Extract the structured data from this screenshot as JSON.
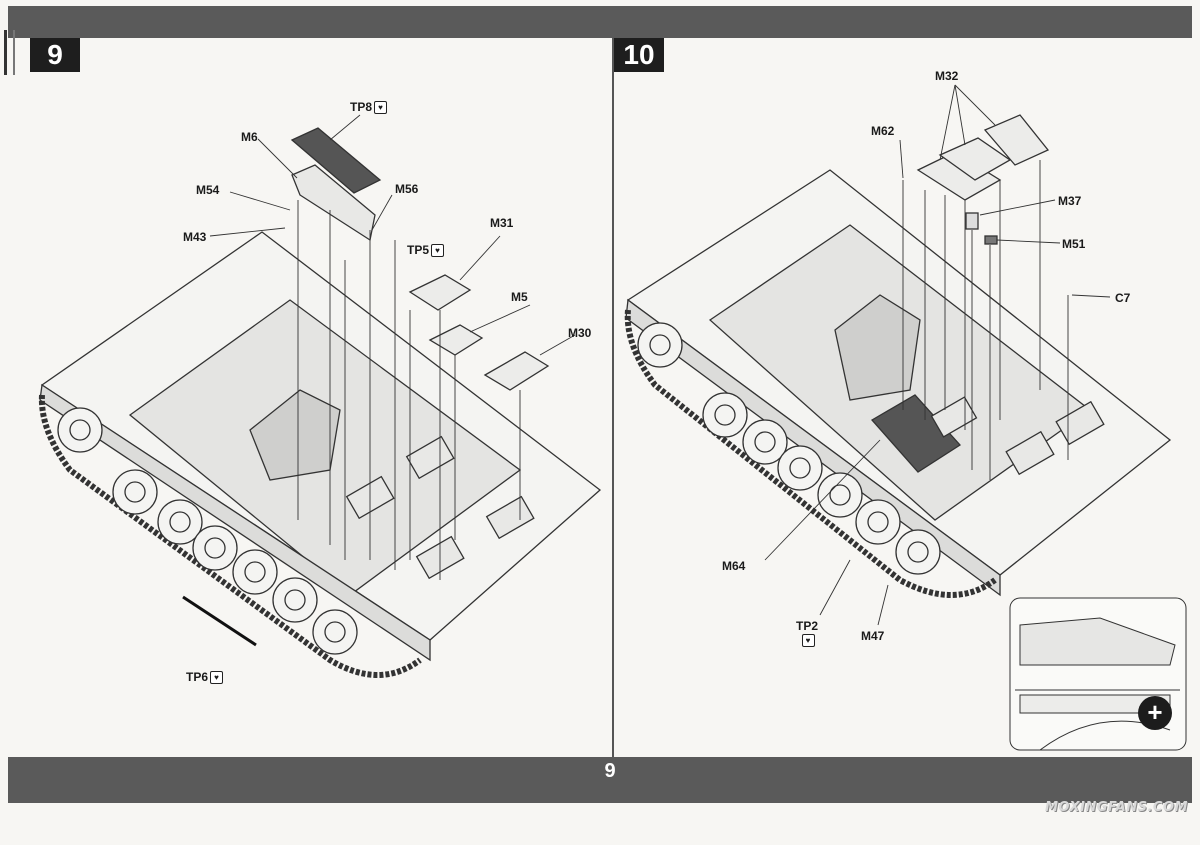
{
  "page": {
    "number": "9"
  },
  "steps": [
    {
      "number": "9",
      "labels": {
        "tp8": "TP8",
        "m6": "M6",
        "m54": "M54",
        "m56": "M56",
        "m43": "M43",
        "tp5": "TP5",
        "m31": "M31",
        "m5": "M5",
        "m30": "M30",
        "tp6": "TP6"
      }
    },
    {
      "number": "10",
      "labels": {
        "m32": "M32",
        "m62": "M62",
        "m37": "M37",
        "m51": "M51",
        "c7": "C7",
        "m64": "M64",
        "tp2": "TP2",
        "m47": "M47"
      }
    }
  ],
  "icons": {
    "photo_etch": "photo-etch-icon",
    "zoom": "zoom-plus-icon"
  },
  "watermark": "MOXINGFANS.COM",
  "colors": {
    "band": "#5a5a5a",
    "badge": "#1e1e1e",
    "paper": "#f7f6f3"
  }
}
